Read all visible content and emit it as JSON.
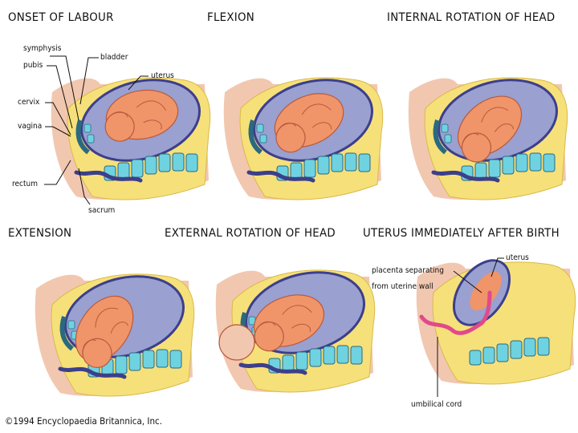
{
  "panels": [
    {
      "id": "onset",
      "title": "ONSET OF LABOUR"
    },
    {
      "id": "flexion",
      "title": "FLEXION"
    },
    {
      "id": "internal",
      "title": "INTERNAL ROTATION OF HEAD"
    },
    {
      "id": "extension",
      "title": "EXTENSION"
    },
    {
      "id": "external",
      "title": "EXTERNAL ROTATION OF HEAD"
    },
    {
      "id": "after",
      "title": "UTERUS IMMEDIATELY AFTER BIRTH"
    }
  ],
  "labels": {
    "symphysis": "symphysis",
    "pubis": "pubis",
    "bladder": "bladder",
    "uterus": "uterus",
    "cervix": "cervix",
    "vagina": "vagina",
    "rectum": "rectum",
    "sacrum": "sacrum",
    "uterus2": "uterus",
    "placenta1": "placenta separating",
    "placenta2": "from uterine wall",
    "cord": "umbilical cord"
  },
  "copyright": "©1994 Encyclopaedia Britannica, Inc.",
  "colors": {
    "body_yellow": "#f6e07a",
    "skin": "#f2c7b0",
    "fetus": "#f0946a",
    "uterus_wall": "#9aa0d0",
    "uterus_dark": "#3c3f8a",
    "spine": "#6fd2e0",
    "placenta": "#e04a8a"
  }
}
